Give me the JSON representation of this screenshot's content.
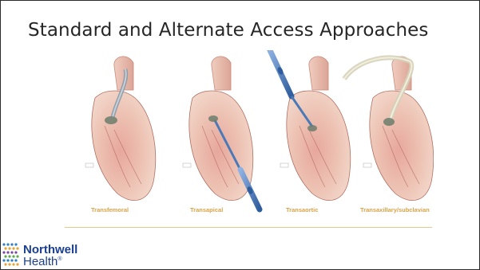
{
  "slide": {
    "title": "Standard and Alternate Access Approaches"
  },
  "figure": {
    "panels": [
      {
        "label": "Transfemoral",
        "device": "delivery catheter through aorta"
      },
      {
        "label": "Transapical",
        "device": "sheath through apex"
      },
      {
        "label": "Transaortic",
        "device": "sheath through ascending aorta"
      },
      {
        "label": "Transaxillary/subclavian",
        "device": "delivery catheter via subclavian"
      }
    ]
  },
  "branding": {
    "name_line1": "Northwell",
    "name_line2": "Health",
    "trademark": "®",
    "colors": {
      "primary": "#1b3f8f",
      "dots_a": "#2f7fc4",
      "dots_b": "#7a4aa0",
      "dots_c": "#e6a532",
      "dots_d": "#5cab4a"
    }
  },
  "colors": {
    "label_gold": "#d9a34a",
    "heart_base": "#e9b7a6",
    "heart_dark": "#b55a55",
    "device_blue": "#4b79b8"
  }
}
